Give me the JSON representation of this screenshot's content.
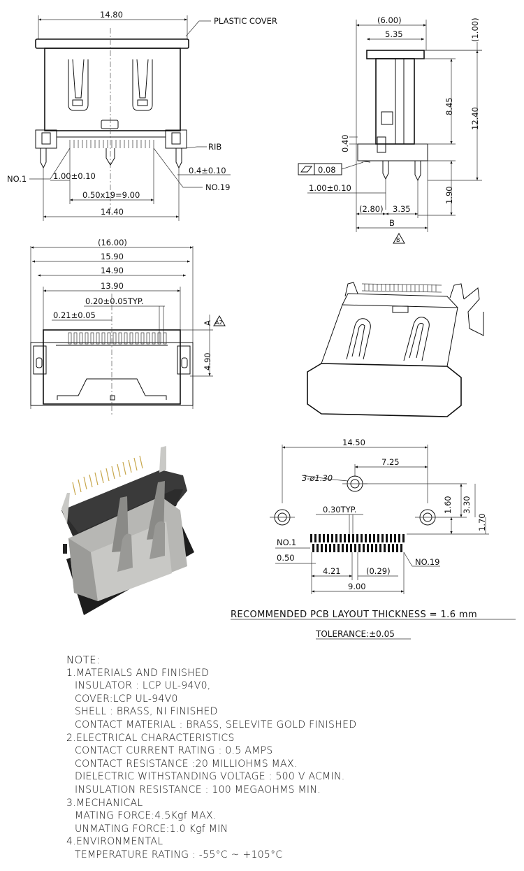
{
  "front_view": {
    "dim_width_top": "14.80",
    "plastic_cover_label": "PLASTIC COVER",
    "rib_label": "RIB",
    "no1_label": "NO.1",
    "no19_label": "NO.19",
    "dim_pin_offset": "1.00±0.10",
    "dim_pin_pitch": "0.50x19=9.00",
    "dim_side_offset": "0.4±0.10",
    "dim_width_bottom": "14.40"
  },
  "side_view": {
    "dim_top_outer": "(6.00)",
    "dim_top_inner": "5.35",
    "dim_top_gap": "(1.00)",
    "dim_upper_height": "8.45",
    "dim_total_height": "12.40",
    "dim_small": "0.40",
    "flatness_value": "0.08",
    "dim_pin_offset": "1.00±0.10",
    "dim_lower_height": "1.90",
    "dim_bottom_left": "(2.80)",
    "dim_bottom_right": "3.35",
    "label_b": "B",
    "datum_b": "B"
  },
  "top_view": {
    "dim_overall": "(16.00)",
    "dim_w1": "15.90",
    "dim_w2": "14.90",
    "dim_w3": "13.90",
    "dim_contact_width": "0.20±0.05TYP.",
    "dim_contact_pitch": "0.21±0.05",
    "label_a": "A",
    "datum_a2": "A2",
    "dim_depth": "4.90"
  },
  "pcb_layout": {
    "dim_overall": "14.50",
    "dim_half": "7.25",
    "hole_label": "3-ø1.30",
    "pad_width": "0.30TYP.",
    "dim_v1": "1.60",
    "dim_v2": "3.30",
    "dim_v3": "1.70",
    "no1_label": "NO.1",
    "no19_label": "NO.19",
    "dim_pitch": "0.50",
    "dim_offset": "4.21",
    "dim_small": "(0.29)",
    "dim_total": "9.00",
    "caption": "RECOMMENDED PCB LAYOUT THICKNESS = 1.6 mm",
    "tolerance": "TOLERANCE:±0.05"
  },
  "notes": {
    "heading": "NOTE:",
    "s1_title": "1.MATERIALS AND FINISHED",
    "s1_l1": "INSULATOR : LCP UL-94V0,",
    "s1_l2": "COVER:LCP UL-94V0",
    "s1_l3": "SHELL : BRASS, NI FINISHED",
    "s1_l4": "CONTACT MATERIAL : BRASS, SELEVITE GOLD FINISHED",
    "s2_title": "2.ELECTRICAL CHARACTERISTICS",
    "s2_l1": "CONTACT CURRENT RATING : 0.5 AMPS",
    "s2_l2": "CONTACT RESISTANCE :20 MILLIOHMS MAX.",
    "s2_l3": "DIELECTRIC WITHSTANDING VOLTAGE : 500 V ACMIN.",
    "s2_l4": "INSULATION RESISTANCE : 100 MEGAOHMS MIN.",
    "s3_title": "3.MECHANICAL",
    "s3_l1": "MATING FORCE:4.5Kgf MAX.",
    "s3_l2": "UNMATING FORCE:1.0 Kgf MIN",
    "s4_title": "4.ENVIRONMENTAL",
    "s4_l1": "TEMPERATURE RATING : -55°C ~ +105°C"
  }
}
